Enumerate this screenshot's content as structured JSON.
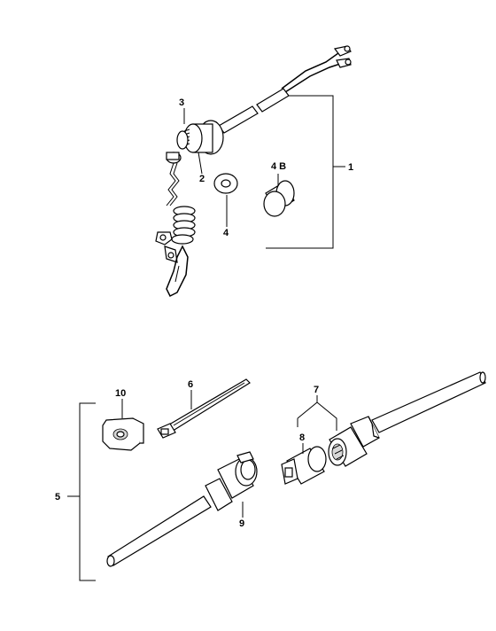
{
  "labels": {
    "p1": "1",
    "p2": "2",
    "p3": "3",
    "p4": "4",
    "p4b": "4 B",
    "p5": "5",
    "p6": "6",
    "p7": "7",
    "p8": "8",
    "p9": "9",
    "p10": "10"
  }
}
